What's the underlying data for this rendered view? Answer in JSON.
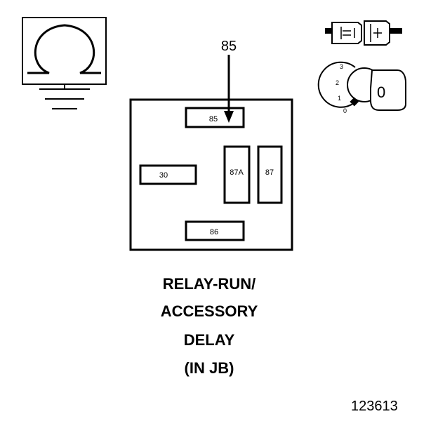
{
  "relay": {
    "pins": {
      "p85": "85",
      "p30": "30",
      "p87a": "87A",
      "p87": "87",
      "p86": "86"
    },
    "callout": "85"
  },
  "ignition": {
    "positions": [
      "3",
      "2",
      "1",
      "0"
    ],
    "key_label": "0"
  },
  "caption": {
    "line1": "RELAY-RUN/",
    "line2": "ACCESSORY",
    "line3": "DELAY",
    "line4": "(IN JB)"
  },
  "figure_number": "123613",
  "icons": {
    "ground_symbol": "ohm-ground-icon",
    "connector": "connector-icon",
    "ignition_switch": "ignition-key-icon"
  }
}
